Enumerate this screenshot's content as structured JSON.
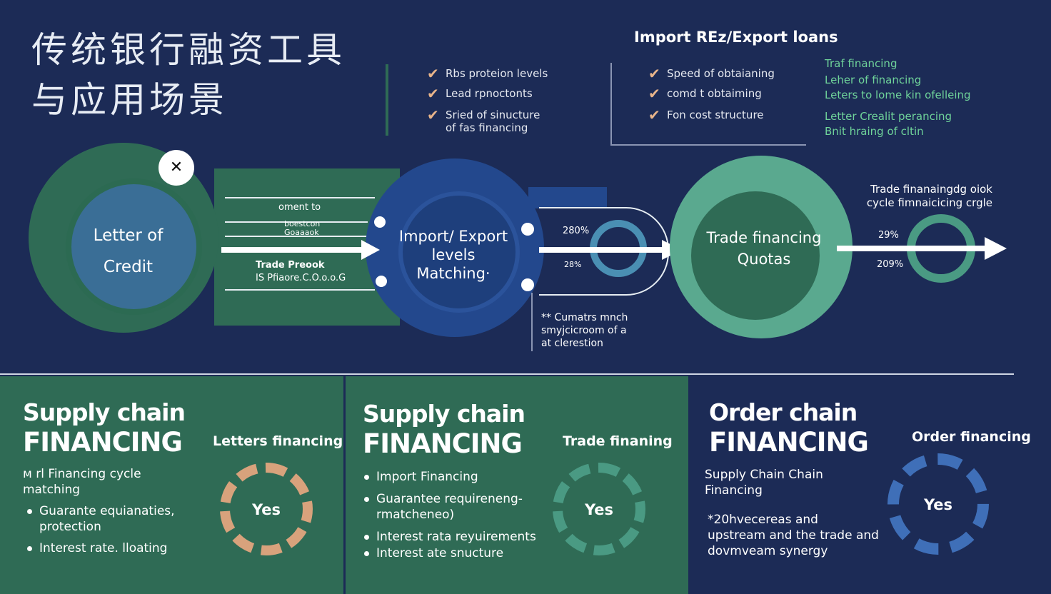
{
  "title": {
    "line1": "传统银行融资工具",
    "line2": "与应用场景"
  },
  "top_checks": {
    "items": [
      "Rbs proteion levels",
      "Lead rpnoctonts",
      "Sried of sinucture",
      "of fas financing"
    ]
  },
  "import_export": {
    "header": "Import REz/Export loans",
    "items": [
      "Speed of obtaianing",
      "comd t obtaiming",
      "Fon cost structure"
    ]
  },
  "green_list": {
    "items": [
      "Traf financing",
      "Leher of financing",
      "Leters to lome kin ofelleing",
      "Letter Crealit perancing",
      "Bnit hraing of cltin"
    ]
  },
  "flow": {
    "node1": {
      "label_1": "Letter of",
      "label_2": "Credit",
      "close": "✕"
    },
    "node2": {
      "label_1": "Import/ Export",
      "label_2": "levels",
      "label_3": "Matching·"
    },
    "node3": {
      "label_1": "Trade financing",
      "label_2": "Quotas"
    },
    "band1": {
      "t1": "oment to",
      "t2": "boestcon",
      "t3": "Goaaaok",
      "t4": "Trade Preook",
      "t5": "IS Pfiaore.C.O.o.o.G"
    },
    "band2": {
      "pct1": "280%",
      "pct2": "28%"
    },
    "band3": {
      "pct1": "29%",
      "pct2": "209%"
    },
    "cycle_text": {
      "l1": "Trade finanaingdg oiok",
      "l2": "cycle  fimnaicicing crgle"
    },
    "note": {
      "l1": "** Cumatrs mnch",
      "l2": "smyjcicroom of a",
      "l3": "at clerestion"
    }
  },
  "panels": [
    {
      "title_1": "Supply chain",
      "title_2": "FINANCING",
      "sub": "Letters financing",
      "intro_1": "ᴍ rl Financing  cycle",
      "intro_2": "matching",
      "bullets": [
        "Guarante equianaties,",
        "protection",
        "Interest rate. lloating"
      ],
      "ring": "Yes"
    },
    {
      "title_1": "Supply chain",
      "title_2": "FINANCING",
      "sub": "Trade finaning",
      "bullets": [
        "Import Financing",
        "Guarantee requireneng-",
        "rmatcheneo)",
        "Interest rata reyuirements",
        "Interest ate snucture"
      ],
      "ring": "Yes"
    },
    {
      "title_1": "Order chain",
      "title_2": "FINANCING",
      "sub": "Order financing",
      "intro_1": "Supply Chain Chain",
      "intro_2": "Financing",
      "note_1": "*20hvecereas and",
      "note_2": "upstream and the trade and",
      "note_3": "dovmveam synergy",
      "ring": "Yes"
    }
  ],
  "colors": {
    "navy": "#1c2b56",
    "green_dark": "#2f6b55",
    "green_teal": "#5aa98f",
    "blue_mid": "#23488d",
    "peach": "#d8a27c",
    "ring_green": "#4a9a83",
    "ring_blue": "#3f6fb8"
  }
}
